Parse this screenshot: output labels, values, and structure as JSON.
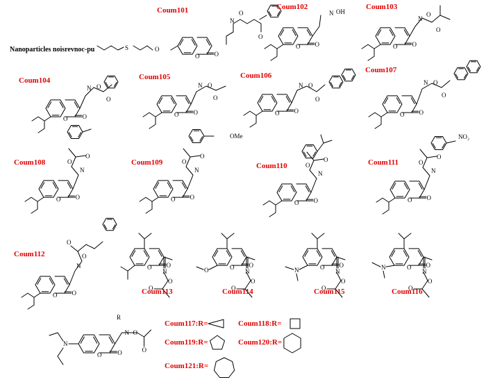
{
  "atoms": {
    "o": "O",
    "n": "N",
    "s": "S",
    "oh": "OH",
    "ome": "OMe",
    "no2": "NO₂"
  },
  "np_label": "Nanoparticles noisrevnoc-pu",
  "labels": {
    "c101": "Coum101",
    "c102": "Coum102",
    "c103": "Coum103",
    "c104": "Coum104",
    "c105": "Coum105",
    "c106": "Coum106",
    "c107": "Coum107",
    "c108": "Coum108",
    "c109": "Coum109",
    "c110": "Coum110",
    "c111": "Coum111",
    "c112": "Coum112",
    "c113": "Coum113",
    "c114": "Coum114",
    "c115": "Coum115",
    "c116": "Coum116",
    "c117": "Coum117:R=",
    "c118": "Coum118:R=",
    "c119": "Coum119:R=",
    "c120": "Coum120:R=",
    "c121": "Coum121:R="
  },
  "r_group": "R"
}
